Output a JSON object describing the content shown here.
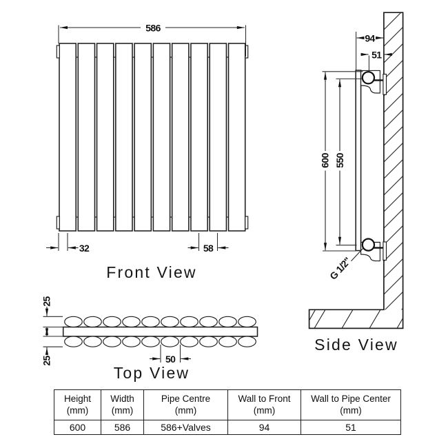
{
  "front_view": {
    "label": "Front View",
    "dim_width": "586",
    "dim_left_offset": "32",
    "dim_right_offset": "58"
  },
  "side_view": {
    "label": "Side View",
    "dim_wall_to_front": "94",
    "dim_wall_to_pipe_center": "51",
    "dim_height": "600",
    "dim_pipe_centres_vertical": "550",
    "pipe_thread": "G 1/2\""
  },
  "top_view": {
    "label": "Top View",
    "dim_depth_top": "25",
    "dim_depth_bottom": "25",
    "dim_pipe_pitch": "50"
  },
  "table": {
    "columns": [
      {
        "title": "Height",
        "unit": "(mm)",
        "value": "600"
      },
      {
        "title": "Width",
        "unit": "(mm)",
        "value": "586"
      },
      {
        "title": "Pipe Centre",
        "unit": "(mm)",
        "value": "586+Valves"
      },
      {
        "title": "Wall to Front",
        "unit": "(mm)",
        "value": "94"
      },
      {
        "title": "Wall to Pipe Center",
        "unit": "(mm)",
        "value": "51"
      }
    ]
  },
  "colors": {
    "line": "#1d1d1d",
    "background": "#ffffff"
  }
}
